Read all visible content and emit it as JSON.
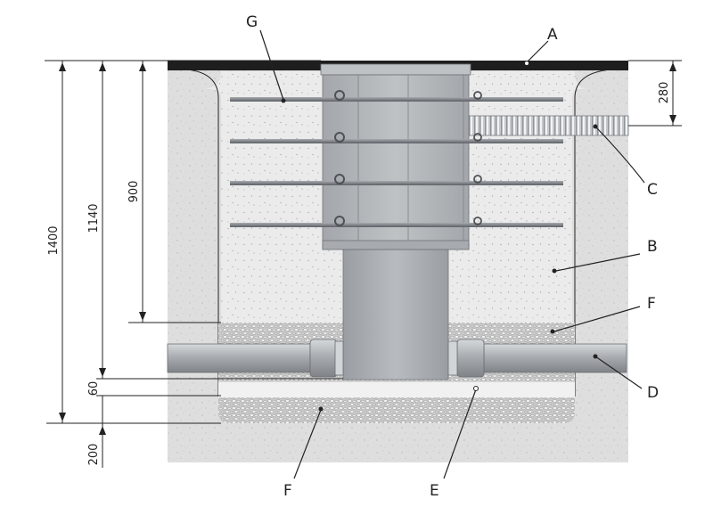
{
  "labels": {
    "a": "A",
    "b": "B",
    "c": "C",
    "d": "D",
    "e": "E",
    "f_right": "F",
    "f_bottom": "F",
    "g": "G"
  },
  "dimensions": {
    "d1400": "1400",
    "d1140": "1140",
    "d900": "900",
    "d280": "280",
    "d60": "60",
    "d200": "200"
  },
  "colors": {
    "asphalt": "#1e1e1e",
    "soil": "#dcdcdc",
    "concrete": "#e8e8e8",
    "gravel": "#cfcfcf",
    "sand": "#efefef",
    "pipe": "#a9adb1",
    "frame": "#b3b6b9",
    "rebar": "#7b7f84"
  }
}
